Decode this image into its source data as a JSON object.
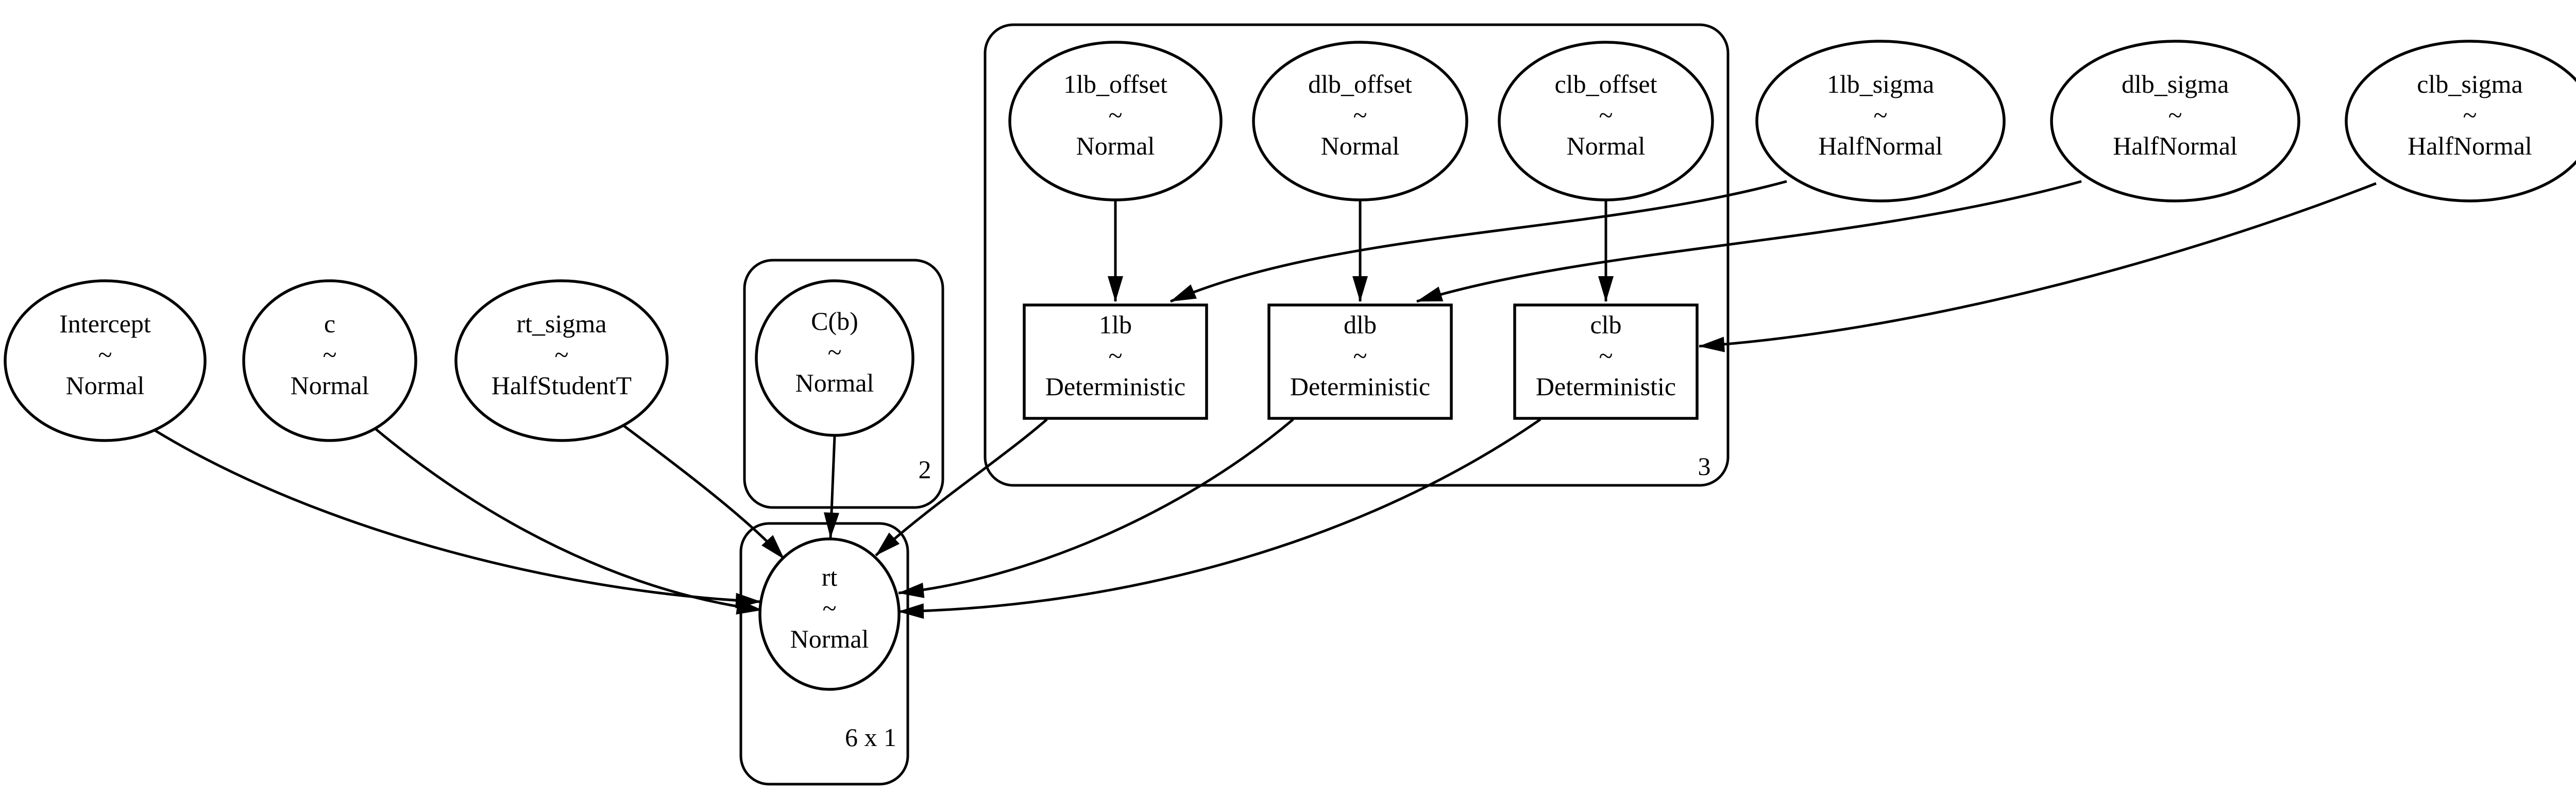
{
  "diagram": {
    "title": "probabilistic-model-graph",
    "colors": {
      "background": "#ffffff",
      "node_fill": "#ffffff",
      "node_outline": "#000000",
      "edge_color": "#000000",
      "observed_fill": "#d3d3d3"
    },
    "nodes": {
      "intercept": {
        "name": "Intercept",
        "rel": "~",
        "dist": "Normal"
      },
      "c": {
        "name": "c",
        "rel": "~",
        "dist": "Normal"
      },
      "rt_sigma": {
        "name": "rt_sigma",
        "rel": "~",
        "dist": "HalfStudentT"
      },
      "cb": {
        "name": "C(b)",
        "rel": "~",
        "dist": "Normal"
      },
      "1lb_offset": {
        "name": "1lb_offset",
        "rel": "~",
        "dist": "Normal"
      },
      "dlb_offset": {
        "name": "dlb_offset",
        "rel": "~",
        "dist": "Normal"
      },
      "clb_offset": {
        "name": "clb_offset",
        "rel": "~",
        "dist": "Normal"
      },
      "1lb_sigma": {
        "name": "1lb_sigma",
        "rel": "~",
        "dist": "HalfNormal"
      },
      "dlb_sigma": {
        "name": "dlb_sigma",
        "rel": "~",
        "dist": "HalfNormal"
      },
      "clb_sigma": {
        "name": "clb_sigma",
        "rel": "~",
        "dist": "HalfNormal"
      },
      "1lb": {
        "name": "1lb",
        "rel": "~",
        "dist": "Deterministic"
      },
      "dlb": {
        "name": "dlb",
        "rel": "~",
        "dist": "Deterministic"
      },
      "clb": {
        "name": "clb",
        "rel": "~",
        "dist": "Deterministic"
      },
      "rt": {
        "name": "rt",
        "rel": "~",
        "dist": "Normal"
      }
    },
    "plates": {
      "plate_cb": {
        "label": "2"
      },
      "plate_lb": {
        "label": "3"
      },
      "plate_rt": {
        "label": "6 x 1"
      }
    },
    "edges": [
      {
        "from": "Intercept",
        "to": "rt"
      },
      {
        "from": "c",
        "to": "rt"
      },
      {
        "from": "rt_sigma",
        "to": "rt"
      },
      {
        "from": "C(b)",
        "to": "rt"
      },
      {
        "from": "1lb_offset",
        "to": "1lb"
      },
      {
        "from": "dlb_offset",
        "to": "dlb"
      },
      {
        "from": "clb_offset",
        "to": "clb"
      },
      {
        "from": "1lb_sigma",
        "to": "1lb"
      },
      {
        "from": "dlb_sigma",
        "to": "dlb"
      },
      {
        "from": "clb_sigma",
        "to": "clb"
      },
      {
        "from": "1lb",
        "to": "rt"
      },
      {
        "from": "dlb",
        "to": "rt"
      },
      {
        "from": "clb",
        "to": "rt"
      }
    ]
  }
}
